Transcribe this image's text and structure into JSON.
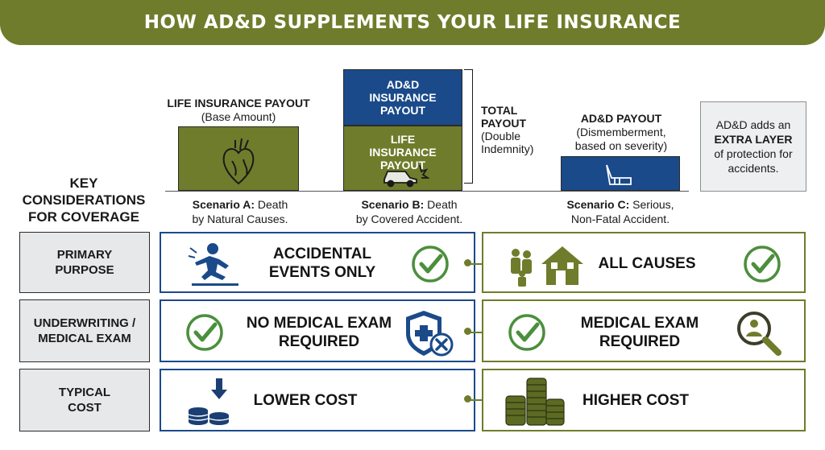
{
  "title": "HOW AD&D SUPPLEMENTS YOUR LIFE INSURANCE",
  "scenarios": {
    "a": {
      "bar_title": "LIFE INSURANCE PAYOUT",
      "bar_subtitle": "(Base Amount)",
      "name": "Scenario A:",
      "desc_1": "Death",
      "desc_2": "by Natural Causes."
    },
    "b": {
      "top_label": "AD&D INSURANCE PAYOUT",
      "bottom_label": "LIFE INSURANCE PAYOUT",
      "total_title": "TOTAL PAYOUT",
      "total_subtitle": "(Double Indemnity)",
      "name": "Scenario B:",
      "desc_1": "Death",
      "desc_2": "by Covered Accident."
    },
    "c": {
      "bar_title": "AD&D PAYOUT",
      "bar_subtitle_1": "(Dismemberment,",
      "bar_subtitle_2": "based on severity)",
      "name": "Scenario C:",
      "desc_1": "Serious,",
      "desc_2": "Non-Fatal Accident."
    }
  },
  "callout": {
    "part1": "AD&D adds an",
    "emphasis": "EXTRA LAYER",
    "part2": "of protection for accidents."
  },
  "key_considerations": "KEY CONSIDERATIONS FOR COVERAGE",
  "rows": [
    {
      "label": "PRIMARY PURPOSE",
      "add": "ACCIDENTAL EVENTS ONLY",
      "life": "ALL CAUSES"
    },
    {
      "label": "UNDERWRITING / MEDICAL EXAM",
      "add": "NO MEDICAL EXAM REQUIRED",
      "life": "MEDICAL EXAM REQUIRED"
    },
    {
      "label": "TYPICAL COST",
      "add": "LOWER COST",
      "life": "HIGHER COST"
    }
  ],
  "colors": {
    "olive": "#6f7c2b",
    "navy": "#1b4a8a",
    "check_green": "#4b8f3c"
  }
}
